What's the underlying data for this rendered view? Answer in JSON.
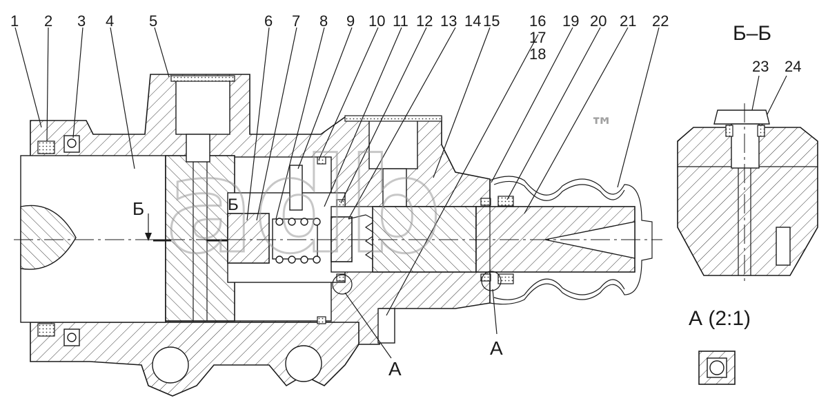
{
  "callouts": {
    "c1": "1",
    "c2": "2",
    "c3": "3",
    "c4": "4",
    "c5": "5",
    "c6": "6",
    "c7": "7",
    "c8": "8",
    "c9": "9",
    "c10": "10",
    "c11": "11",
    "c12": "12",
    "c13": "13",
    "c14": "14",
    "c15": "15",
    "c16": "16",
    "c17": "17",
    "c18": "18",
    "c19": "19",
    "c20": "20",
    "c21": "21",
    "c22": "22",
    "c23": "23",
    "c24": "24"
  },
  "section_marks": {
    "cut_left": "Б",
    "cut_right": "Б",
    "detail_a1": "А",
    "detail_a2": "А"
  },
  "views": {
    "section_bb": "Б–Б",
    "detail_a": "А (2:1)"
  },
  "watermark": {
    "text": "adb",
    "trademark": "™"
  }
}
